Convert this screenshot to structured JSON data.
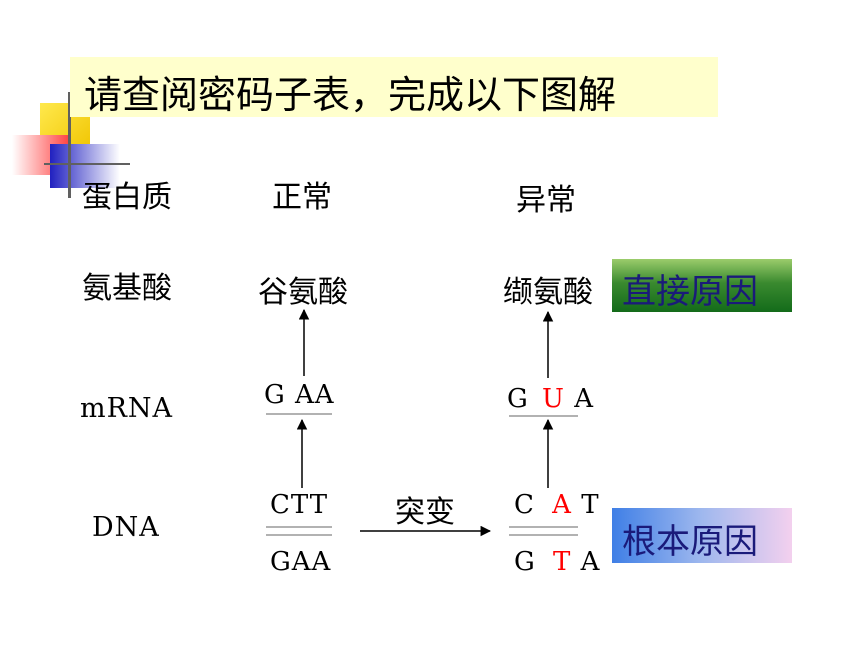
{
  "title": "请查阅密码子表，完成以下图解",
  "rows": {
    "protein": "蛋白质",
    "amino_acid": "氨基酸",
    "mrna": "mRNA",
    "dna": "DNA"
  },
  "columns": {
    "normal": "正常",
    "abnormal": "异常"
  },
  "normal": {
    "amino_acid": "谷氨酸",
    "mrna": "G AA",
    "dna_top": "CTT",
    "dna_bottom": "GAA"
  },
  "abnormal": {
    "amino_acid": "缬氨酸",
    "mrna_1": "G",
    "mrna_2": "U",
    "mrna_3": "A",
    "dna_top_1": "C",
    "dna_top_2": "A",
    "dna_top_3": "T",
    "dna_bottom_1": "G",
    "dna_bottom_2": "T",
    "dna_bottom_3": "A"
  },
  "mutation_label": "突变",
  "causes": {
    "direct": "直接原因",
    "root": "根本原因"
  },
  "colors": {
    "title_bg": "#ffffcc",
    "highlight_red": "#ff0000",
    "direct_bg": "#1e7a22",
    "root_bg": "#6f9aec",
    "cause_text": "#1a1a7a"
  }
}
